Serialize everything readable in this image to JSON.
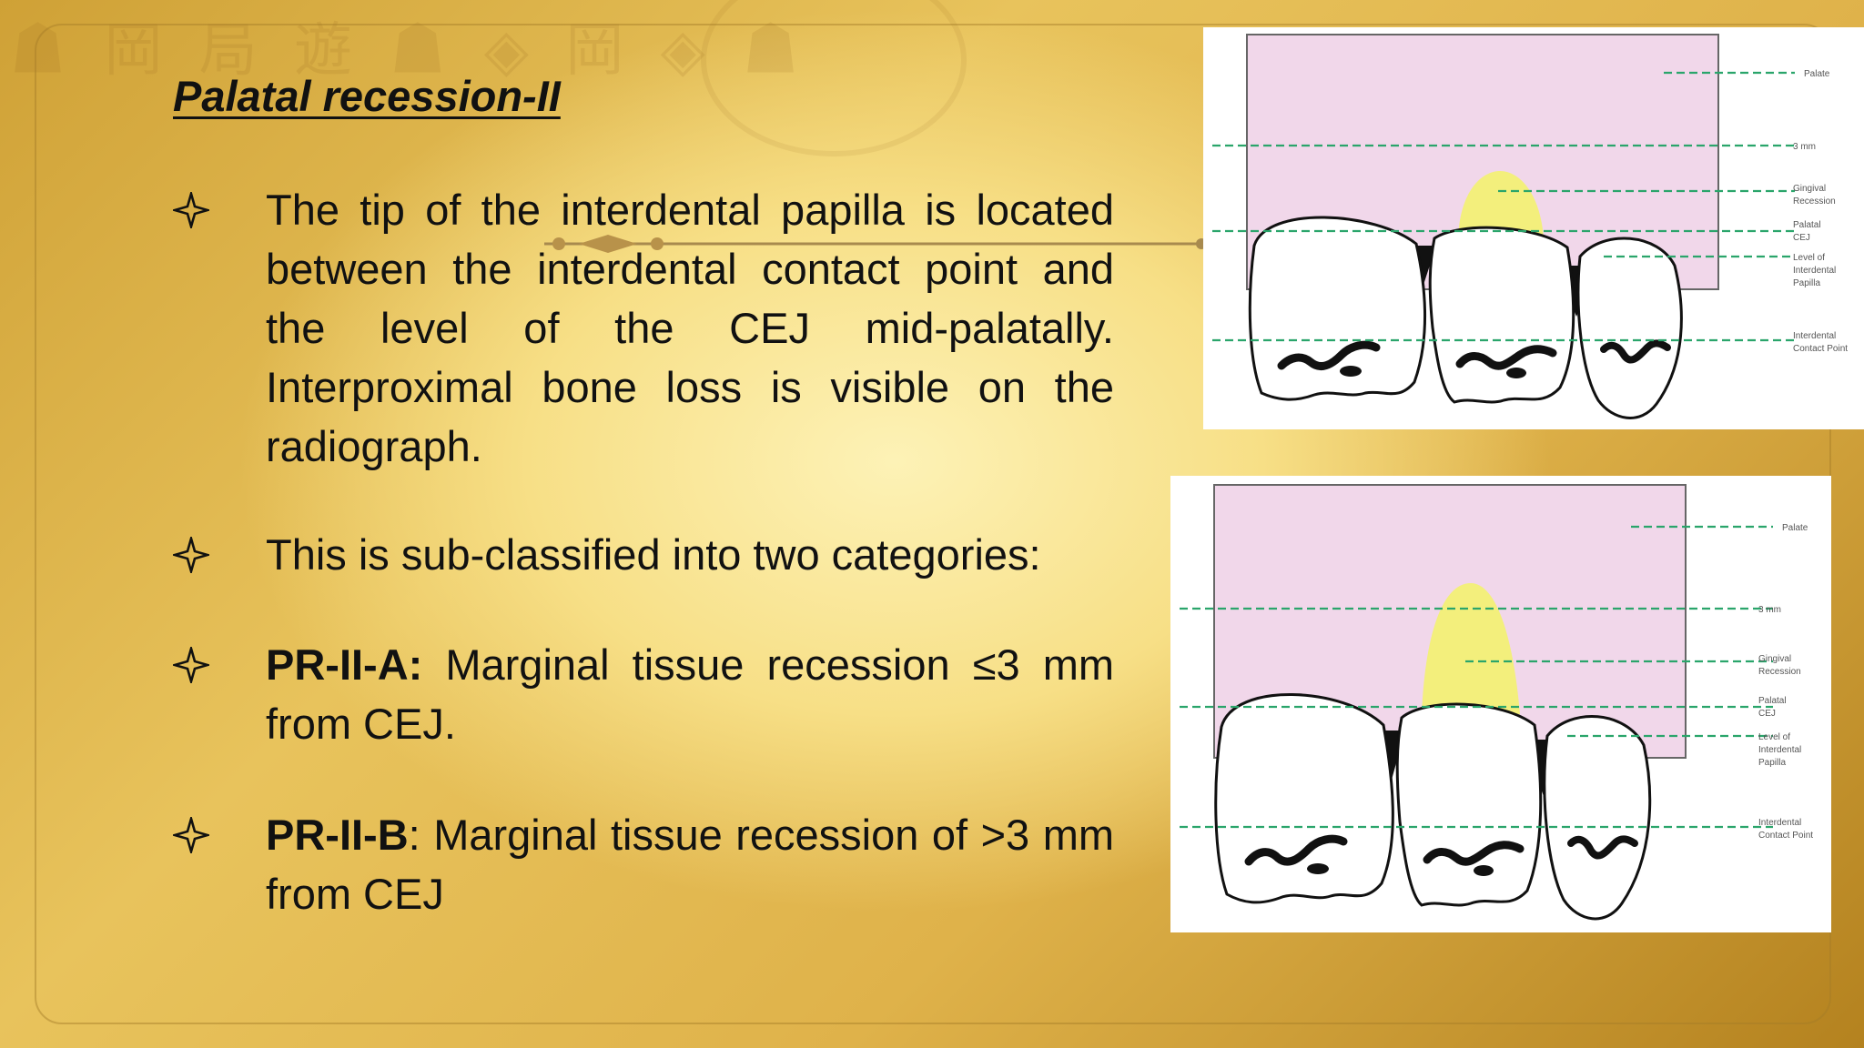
{
  "title": "Palatal recession-II",
  "bullets": [
    {
      "bold": "",
      "bold_suffix": "",
      "text": "The tip of the interdental papilla is located between the interdental contact point and the level of the CEJ mid-palatally. Interproximal bone loss is visible on the radiograph."
    },
    {
      "bold": "",
      "bold_suffix": "",
      "text": "This is sub-classified into two categories:"
    },
    {
      "bold": "PR-II-A:",
      "bold_suffix": "",
      "text": " Marginal tissue recession ≤3 mm from CEJ."
    },
    {
      "bold": "PR-II-B",
      "bold_suffix": ":",
      "text": " Marginal tissue recession of >3 mm from CEJ"
    }
  ],
  "bullet_icon": "four-point-star-icon",
  "figure_top": {
    "labels": {
      "palate": "Palate",
      "three_mm": "3 mm",
      "gingival_recession_1": "Gingival",
      "gingival_recession_2": "Recession",
      "palatal_cej_1": "Palatal",
      "palatal_cej_2": "CEJ",
      "papilla_1": "Level of",
      "papilla_2": "Interdental",
      "papilla_3": "Papilla",
      "contact_1": "Interdental",
      "contact_2": "Contact Point"
    }
  },
  "figure_bottom": {
    "labels": {
      "palate": "Palate",
      "three_mm": "3 mm",
      "gingival_recession_1": "Gingival",
      "gingival_recession_2": "Recession",
      "palatal_cej_1": "Palatal",
      "palatal_cej_2": "CEJ",
      "papilla_1": "Level of",
      "papilla_2": "Interdental",
      "papilla_3": "Papilla",
      "contact_1": "Interdental",
      "contact_2": "Contact Point"
    }
  },
  "colors": {
    "gum": "#f1d7ea",
    "recession": "#f3ef7c",
    "guide_line": "#2aa56b",
    "text": "#111111"
  }
}
